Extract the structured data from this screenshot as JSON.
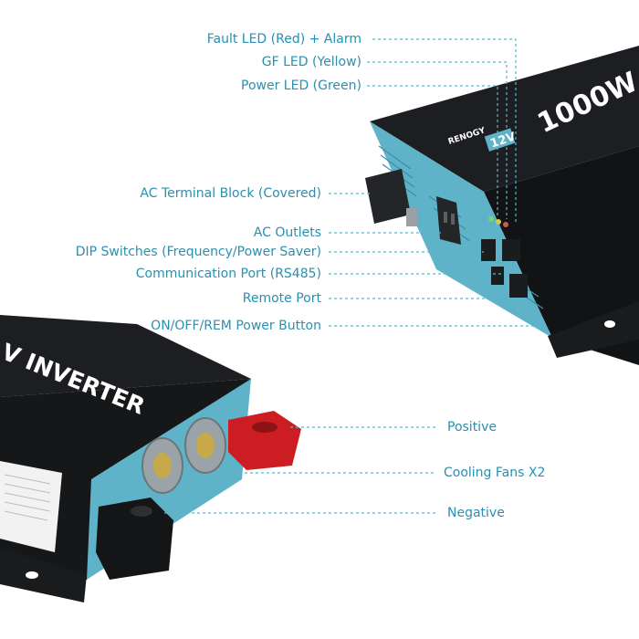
{
  "accent_color": "#2a8fb0",
  "case_color": "#1d1f22",
  "panel_color": "#5fb3c8",
  "labels": {
    "fault_led": "Fault LED (Red) + Alarm",
    "gf_led": "GF LED (Yellow)",
    "power_led": "Power LED (Green)",
    "ac_terminal": "AC Terminal Block (Covered)",
    "ac_outlets": "AC Outlets",
    "dip_switches": "DIP Switches (Frequency/Power Saver)",
    "comm_port": "Communication Port (RS485)",
    "remote_port": "Remote Port",
    "power_button": "ON/OFF/REM Power Button",
    "positive": "Positive",
    "cooling_fans": "Cooling Fans  X2",
    "negative": "Negative"
  },
  "product": {
    "brand": "RENOGY",
    "voltage": "12V",
    "wattage": "1000W",
    "type_text": "V INVERTER"
  }
}
